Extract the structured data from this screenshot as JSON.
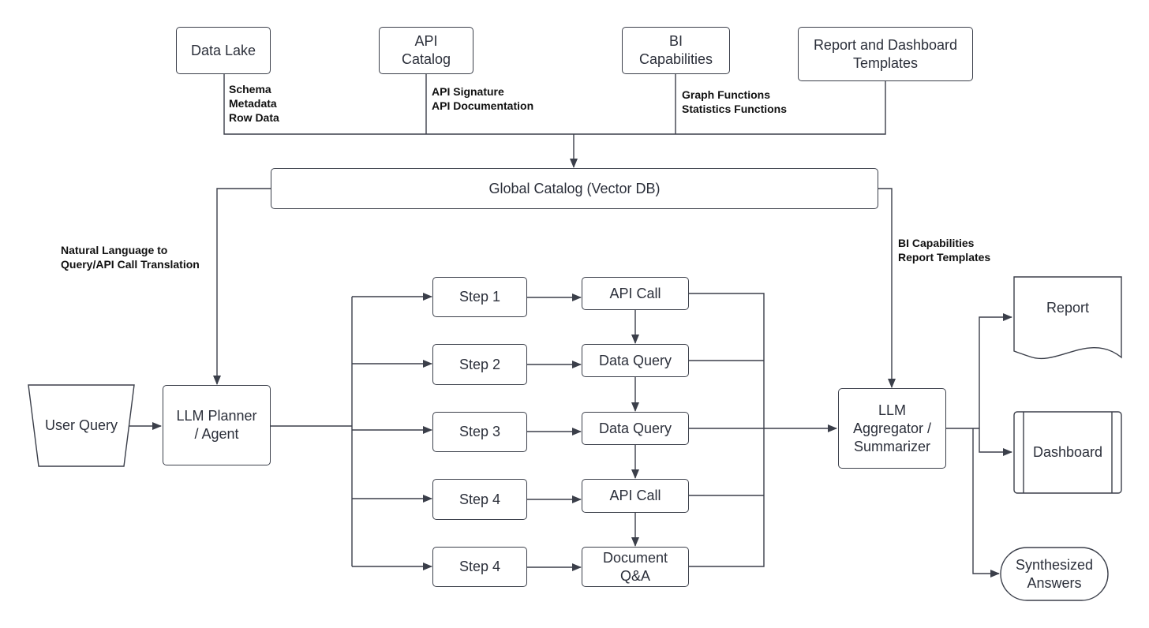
{
  "sources": {
    "data_lake": "Data Lake",
    "api_catalog": "API\nCatalog",
    "bi_capabilities": "BI\nCapabilities",
    "report_templates": "Report and Dashboard\nTemplates"
  },
  "source_labels": {
    "data_lake": "Schema\nMetadata\nRow Data",
    "api_catalog": "API Signature\nAPI Documentation",
    "bi_capabilities": "Graph Functions\nStatistics Functions"
  },
  "global_catalog": "Global Catalog (Vector DB)",
  "edge_labels": {
    "nl_translation": "Natural Language to\nQuery/API Call Translation",
    "bi_report": "BI Capabilities\nReport Templates"
  },
  "user_query": "User Query",
  "planner": "LLM Planner\n/ Agent",
  "steps": [
    "Step 1",
    "Step 2",
    "Step 3",
    "Step 4",
    "Step 4"
  ],
  "actions": [
    "API Call",
    "Data Query",
    "Data Query",
    "API Call",
    "Document\nQ&A"
  ],
  "aggregator": "LLM\nAggregator /\nSummarizer",
  "outputs": {
    "report": "Report",
    "dashboard": "Dashboard",
    "synthesized": "Synthesized\nAnswers"
  },
  "colors": {
    "stroke": "#3b3f4a",
    "text": "#2b2f3a"
  }
}
